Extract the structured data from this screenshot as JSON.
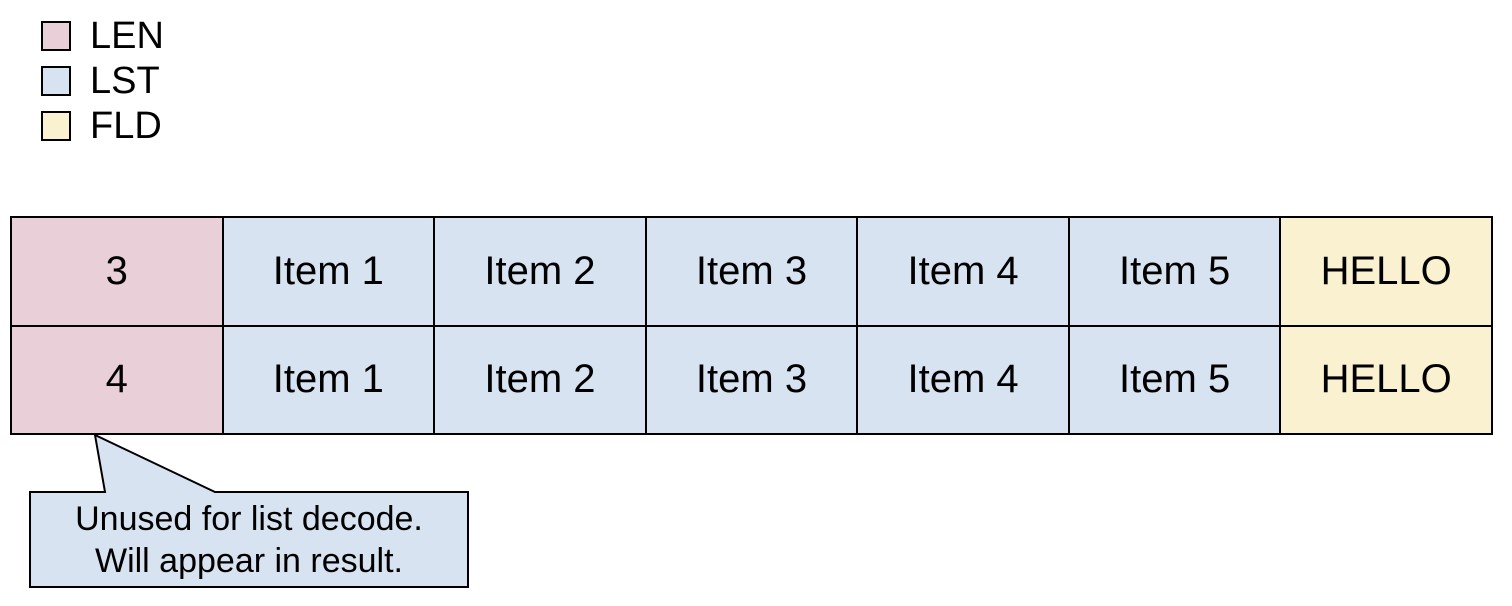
{
  "legend": {
    "items": [
      {
        "label": "LEN",
        "color": "#e9d0d8"
      },
      {
        "label": "LST",
        "color": "#d7e3f1"
      },
      {
        "label": "FLD",
        "color": "#faf1d0"
      }
    ]
  },
  "table": {
    "rows": [
      {
        "cells": [
          {
            "text": "3",
            "type": "LEN"
          },
          {
            "text": "Item 1",
            "type": "LST"
          },
          {
            "text": "Item 2",
            "type": "LST"
          },
          {
            "text": "Item 3",
            "type": "LST"
          },
          {
            "text": "Item 4",
            "type": "LST"
          },
          {
            "text": "Item 5",
            "type": "LST"
          },
          {
            "text": "HELLO",
            "type": "FLD"
          }
        ]
      },
      {
        "cells": [
          {
            "text": "4",
            "type": "LEN"
          },
          {
            "text": "Item 1",
            "type": "LST"
          },
          {
            "text": "Item 2",
            "type": "LST"
          },
          {
            "text": "Item 3",
            "type": "LST"
          },
          {
            "text": "Item 4",
            "type": "LST"
          },
          {
            "text": "Item 5",
            "type": "LST"
          },
          {
            "text": "HELLO",
            "type": "FLD"
          }
        ]
      }
    ]
  },
  "callout": {
    "line1": "Unused for list decode.",
    "line2": "Will appear in result."
  },
  "colors": {
    "len": "#e9d0d8",
    "lst": "#d7e3f1",
    "fld": "#faf1d0",
    "callout_fill": "#d7e3f1",
    "border": "#000000",
    "background": "#ffffff"
  }
}
